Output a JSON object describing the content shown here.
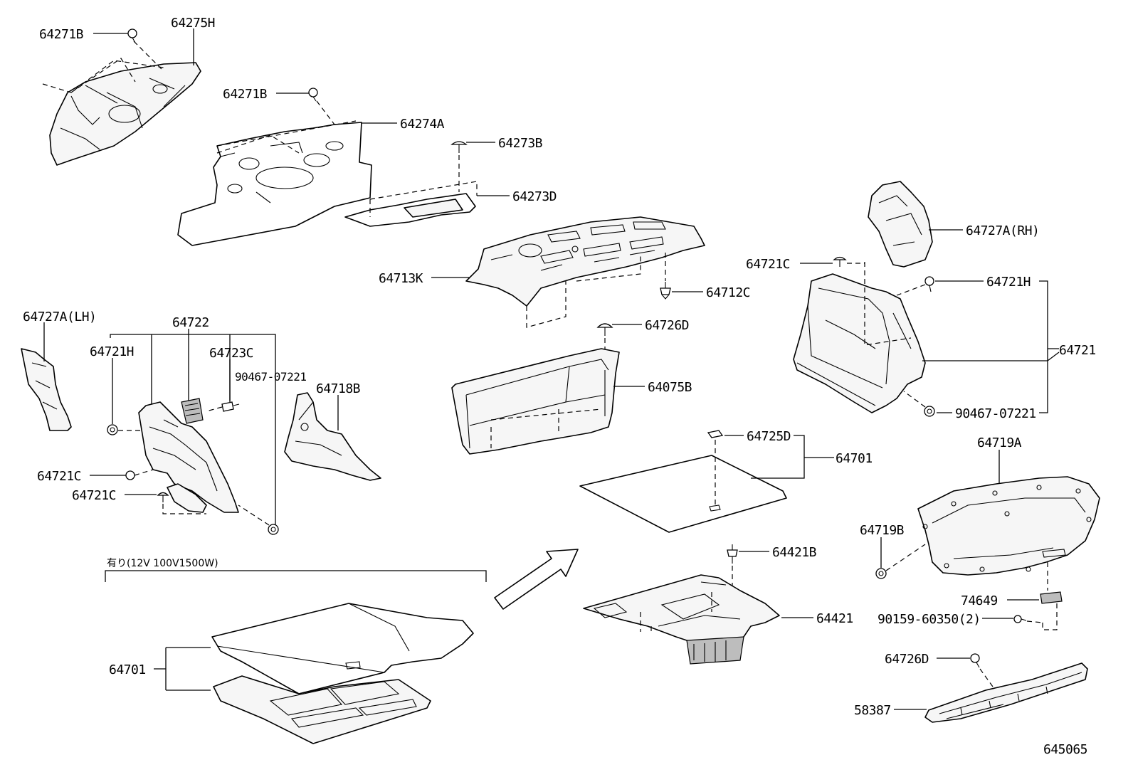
{
  "diagram_number": "645065",
  "option_note": "有り(12V 100V1500W)",
  "labels": {
    "l_64271b_top": "64271B",
    "l_64275h": "64275H",
    "l_64271b_mid": "64271B",
    "l_64274a": "64274A",
    "l_64273b": "64273B",
    "l_64273d": "64273D",
    "l_64713k": "64713K",
    "l_64712c": "64712C",
    "l_64726d_mid": "64726D",
    "l_64075b": "64075B",
    "l_64727a_rh": "64727A(RH)",
    "l_64721c_right": "64721C",
    "l_64721h_right": "64721H",
    "l_64721": "64721",
    "l_90467_right": "90467-07221",
    "l_64727a_lh": "64727A(LH)",
    "l_64722": "64722",
    "l_64721h_left": "64721H",
    "l_64723c": "64723C",
    "l_90467_left": "90467-07221",
    "l_64718b": "64718B",
    "l_64721c_left1": "64721C",
    "l_64721c_left2": "64721C",
    "l_64725d": "64725D",
    "l_64701_right": "64701",
    "l_64719a": "64719A",
    "l_64719b": "64719B",
    "l_64421b": "64421B",
    "l_64421": "64421",
    "l_74649": "74649",
    "l_90159": "90159-60350(2)",
    "l_64701_left": "64701",
    "l_64726d_right": "64726D",
    "l_58387": "58387"
  }
}
